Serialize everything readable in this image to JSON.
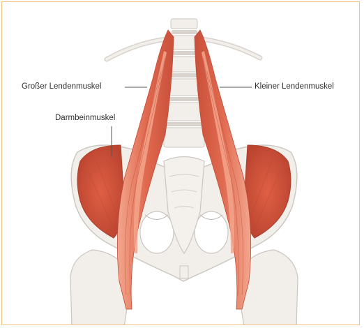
{
  "labels": {
    "psoas_major": "Großer Lendenmuskel",
    "psoas_minor": "Kleiner Lendenmuskel",
    "iliacus": "Darmbeinmuskel"
  },
  "colors": {
    "frame_border": "#f1c27a",
    "bone_fill": "#f2eeea",
    "bone_stroke": "#cbc6c0",
    "muscle_fill": "#e07358",
    "muscle_dark": "#c94f39",
    "muscle_light": "#f0a48c",
    "leader_line": "#555555"
  }
}
